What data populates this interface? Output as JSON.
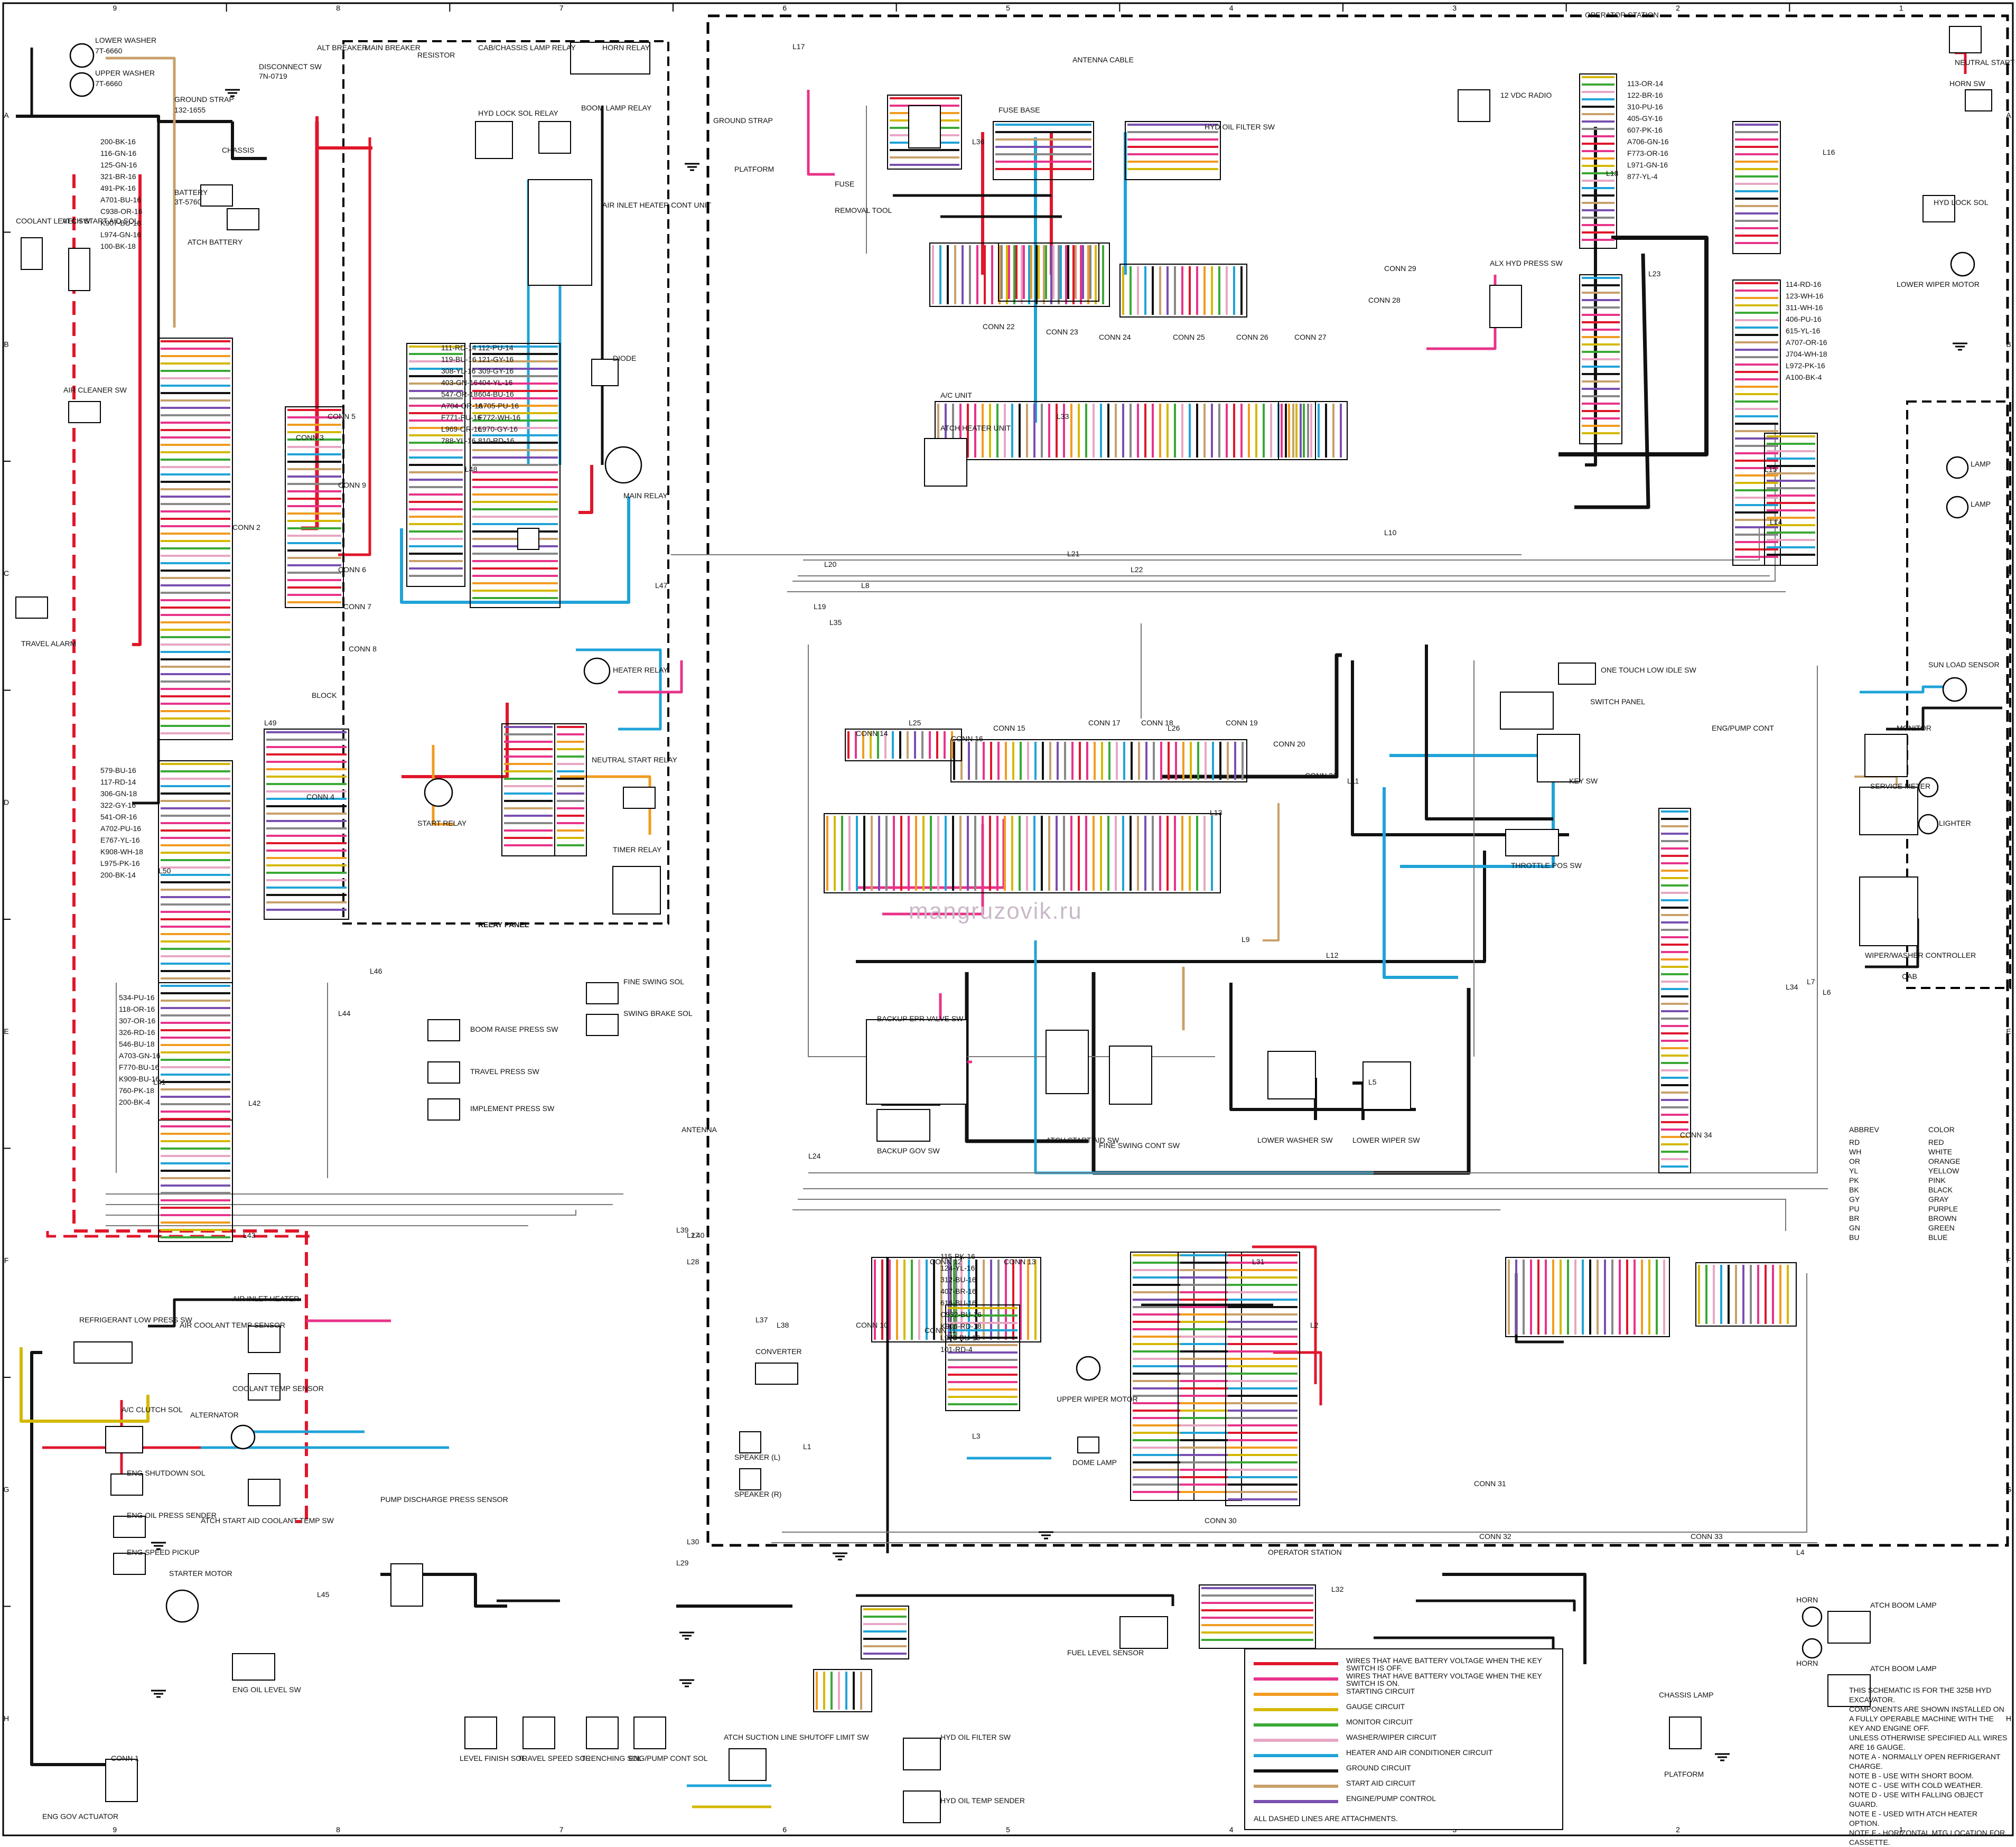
{
  "frame": {
    "col_numbers": [
      "9",
      "8",
      "7",
      "6",
      "5",
      "4",
      "3",
      "2",
      "1"
    ],
    "row_letters": [
      "A",
      "B",
      "C",
      "D",
      "E",
      "F",
      "G",
      "H"
    ]
  },
  "sections": {
    "operator_station_top": "OPERATOR STATION",
    "operator_station_bottom": "OPERATOR STATION",
    "relay_panel": "RELAY PANEL"
  },
  "components": {
    "lower_washer": "LOWER WASHER",
    "lower_washer_pn": "7T-6660",
    "upper_washer": "UPPER WASHER",
    "upper_washer_pn": "7T-6660",
    "ground_strap": "GROUND STRAP",
    "ground_strap_pn": "132-1655",
    "chassis": "CHASSIS",
    "disconnect_sw": "DISCONNECT SW",
    "disconnect_sw_pn": "7N-0719",
    "alt_breaker": "ALT BREAKER",
    "main_breaker": "MAIN BREAKER",
    "resistor": "RESISTOR",
    "cab_lamp_relay": "CAB/CHASSIS LAMP RELAY",
    "horn_relay": "HORN RELAY",
    "hyd_lock_sol_relay": "HYD LOCK SOL RELAY",
    "boom_lamp_relay": "BOOM LAMP RELAY",
    "battery": "BATTERY",
    "battery_pn": "3T-5760",
    "atch_battery": "ATCH BATTERY",
    "coolant_level_sw": "COOLANT LEVEL SW",
    "atch_start_aid_sol": "ATCH START AID SOL",
    "air_cleaner_sw": "AIR CLEANER SW",
    "travel_alarm": "TRAVEL ALARM",
    "air_inlet_heater_cont": "AIR INLET HEATER CONT UNIT",
    "diode": "DIODE",
    "main_relay": "MAIN RELAY",
    "heater_relay": "HEATER RELAY",
    "block": "BLOCK",
    "start_relay": "START RELAY",
    "neutral_start_relay": "NEUTRAL START RELAY",
    "timer_relay": "TIMER RELAY",
    "relay_panel_label": "RELAY PANEL",
    "antenna_cable": "ANTENNA CABLE",
    "fuse_base": "FUSE BASE",
    "fuse": "FUSE",
    "removal_tool": "REMOVAL TOOL",
    "ground_strap_2": "GROUND STRAP",
    "platform": "PLATFORM",
    "radio_12vdc": "12 VDC RADIO",
    "hyd_oil_filter_sw": "HYD OIL FILTER SW",
    "ac_unit": "A/C UNIT",
    "atch_heater_unit": "ATCH HEATER UNIT",
    "alx_hyd_press_sw": "ALX HYD PRESS SW",
    "neutral_start_limit_sw": "NEUTRAL START LIMIT SW",
    "horn_sw": "HORN SW",
    "hyd_lock_sol": "HYD LOCK SOL",
    "lower_wiper_motor": "LOWER WIPER MOTOR",
    "lamp_1": "LAMP",
    "lamp_2": "LAMP",
    "one_touch_low_idle_sw": "ONE TOUCH LOW IDLE SW",
    "switch_panel": "SWITCH PANEL",
    "key_sw": "KEY SW",
    "throttle_pos_sw": "THROTTLE POS SW",
    "sun_load_sensor": "SUN LOAD SENSOR",
    "monitor": "MONITOR",
    "service_meter": "SERVICE METER",
    "lighter": "LIGHTER",
    "wiper_washer_controller": "WIPER/WASHER CONTROLLER",
    "cab": "CAB",
    "eng_pump_cont": "ENG/PUMP CONT",
    "fine_swing_sol": "FINE SWING SOL",
    "swing_brake_sol": "SWING BRAKE SOL",
    "boom_raise_press_sw": "BOOM RAISE PRESS SW",
    "travel_press_sw": "TRAVEL PRESS SW",
    "implement_press_sw": "IMPLEMENT PRESS SW",
    "backup_epr_valve_sw": "BACKUP EPR VALVE SW",
    "backup_gov_sw": "BACKUP GOV SW",
    "atch_start_aid_sw": "ATCH START AID SW",
    "fine_swing_cont_sw": "FINE SWING CONT SW",
    "lower_washer_sw": "LOWER WASHER SW",
    "lower_wiper_sw": "LOWER WIPER SW",
    "antenna": "ANTENNA",
    "converter": "CONVERTER",
    "speaker_l": "SPEAKER (L)",
    "speaker_r": "SPEAKER (R)",
    "upper_wiper_motor": "UPPER WIPER MOTOR",
    "dome_lamp": "DOME LAMP",
    "refrigerant_low_press_sw": "REFRIGERANT LOW PRESS SW",
    "ac_clutch_sol": "A/C CLUTCH SOL",
    "eng_shutdown_sol": "ENG SHUTDOWN SOL",
    "eng_oil_press_sender": "ENG OIL PRESS SENDER",
    "eng_speed_pickup": "ENG SPEED PICKUP",
    "air_inlet_heater": "AIR INLET HEATER",
    "air_coolant_temp_sensor": "AIR COOLANT TEMP SENSOR",
    "coolant_temp_sensor": "COOLANT TEMP SENSOR",
    "alternator": "ALTERNATOR",
    "atch_start_aid_coolant_temp_sw": "ATCH START AID COOLANT TEMP SW",
    "starter_motor": "STARTER MOTOR",
    "eng_oil_level_sw": "ENG OIL LEVEL SW",
    "pump_discharge_press_sensor": "PUMP DISCHARGE PRESS SENSOR",
    "fuel_level_sensor": "FUEL LEVEL SENSOR",
    "level_finish_sol": "LEVEL FINISH SOL",
    "travel_speed_sol": "TRAVEL SPEED SOL",
    "trenching_sol": "TRENCHING SOL",
    "eng_pump_cont_sol": "ENG/PUMP CONT SOL",
    "atch_suction_line_shutoff": "ATCH SUCTION LINE SHUTOFF LIMIT SW",
    "hyd_oil_filter_sw_2": "HYD OIL FILTER SW",
    "hyd_oil_temp_sender": "HYD OIL TEMP SENDER",
    "eng_gov_actuator": "ENG GOV ACTUATOR",
    "horn_1": "HORN",
    "horn_2": "HORN",
    "atch_boom_lamp_1": "ATCH BOOM LAMP",
    "atch_boom_lamp_2": "ATCH BOOM LAMP",
    "chassis_lamp": "CHASSIS LAMP",
    "platform_2": "PLATFORM"
  },
  "connectors": [
    "CONN 1",
    "CONN 2",
    "CONN 3",
    "CONN 4",
    "CONN 5",
    "CONN 6",
    "CONN 7",
    "CONN 8",
    "CONN 9",
    "CONN 10",
    "CONN 11",
    "CONN 12",
    "CONN 13",
    "CONN 14",
    "CONN 15",
    "CONN 16",
    "CONN 17",
    "CONN 18",
    "CONN 19",
    "CONN 20",
    "CONN 21",
    "CONN 22",
    "CONN 23",
    "CONN 24",
    "CONN 25",
    "CONN 26",
    "CONN 27",
    "CONN 28",
    "CONN 29",
    "CONN 30",
    "CONN 31",
    "CONN 32",
    "CONN 33",
    "CONN 34"
  ],
  "legend": {
    "items": [
      {
        "color": "#e0162b",
        "text": "WIRES THAT HAVE BATTERY VOLTAGE WHEN THE KEY SWITCH IS OFF."
      },
      {
        "color": "#e8338a",
        "text": "WIRES THAT HAVE BATTERY VOLTAGE WHEN THE KEY SWITCH IS ON."
      },
      {
        "color": "#f29b1f",
        "text": "STARTING CIRCUIT"
      },
      {
        "color": "#d4b800",
        "text": "GAUGE CIRCUIT"
      },
      {
        "color": "#3aa935",
        "text": "MONITOR CIRCUIT"
      },
      {
        "color": "#e8a6c4",
        "text": "WASHER/WIPER CIRCUIT"
      },
      {
        "color": "#1fa3d8",
        "text": "HEATER AND AIR CONDITIONER CIRCUIT"
      },
      {
        "color": "#111111",
        "text": "GROUND CIRCUIT"
      },
      {
        "color": "#c8a06a",
        "text": "START AID CIRCUIT"
      },
      {
        "color": "#7a4fb0",
        "text": "ENGINE/PUMP CONTROL"
      }
    ],
    "footer": "ALL DASHED LINES ARE ATTACHMENTS."
  },
  "abbrev": {
    "header_abbrev": "ABBREV",
    "header_color": "COLOR",
    "rows": [
      [
        "RD",
        "RED"
      ],
      [
        "WH",
        "WHITE"
      ],
      [
        "OR",
        "ORANGE"
      ],
      [
        "YL",
        "YELLOW"
      ],
      [
        "PK",
        "PINK"
      ],
      [
        "BK",
        "BLACK"
      ],
      [
        "GY",
        "GRAY"
      ],
      [
        "PU",
        "PURPLE"
      ],
      [
        "BR",
        "BROWN"
      ],
      [
        "GN",
        "GREEN"
      ],
      [
        "BU",
        "BLUE"
      ]
    ]
  },
  "notes": [
    "THIS SCHEMATIC IS FOR THE 325B HYD EXCAVATOR.",
    "COMPONENTS ARE SHOWN INSTALLED ON A FULLY OPERABLE MACHINE WITH THE KEY AND ENGINE OFF.",
    "UNLESS OTHERWISE SPECIFIED ALL WIRES ARE 16 GAUGE.",
    "NOTE A - NORMALLY OPEN REFRIGERANT CHARGE.",
    "NOTE B - USE WITH SHORT BOOM.",
    "NOTE C - USE WITH COLD WEATHER.",
    "NOTE D - USE WITH FALLING OBJECT GUARD.",
    "NOTE E - USED WITH ATCH HEATER OPTION.",
    "NOTE F - HORIZONTAL MTG LOCATION FOR CASSETTE."
  ],
  "wire_labels": [
    "200-BK-16",
    "579-BU-16",
    "534-PU-16",
    "111-RD-14",
    "112-PU-14",
    "113-OR-14",
    "114-RD-16",
    "115-PK-16",
    "116-GN-16",
    "117-RD-14",
    "118-OR-16",
    "119-BU-16",
    "121-GY-16",
    "122-BR-16",
    "123-WH-16",
    "124-YL-16",
    "125-GN-16",
    "306-GN-18",
    "307-OR-16",
    "308-YL-16",
    "309-GY-16",
    "310-PU-16",
    "311-WH-16",
    "312-BU-16",
    "321-BR-16",
    "322-GY-16",
    "326-RD-16",
    "403-GN-16",
    "404-YL-16",
    "405-GY-16",
    "406-PU-16",
    "407-BR-16",
    "491-PK-16",
    "541-OR-16",
    "546-BU-18",
    "547-OR-18",
    "604-BU-16",
    "607-PK-16",
    "615-YL-16",
    "616-BU-16",
    "A701-BU-16",
    "A702-PU-16",
    "A703-GN-16",
    "A704-OR-16",
    "A705-PU-16",
    "A706-GN-16",
    "A707-OR-16",
    "C932-BU-16",
    "C938-OR-16",
    "E767-YL-16",
    "F770-BU-16",
    "F771-PU-16",
    "F772-WH-16",
    "F773-OR-16",
    "J704-WH-18",
    "K906-RD-18",
    "K907-BU-18",
    "K908-WH-18",
    "K909-BU-16",
    "L969-OR-16",
    "L970-GY-16",
    "L971-GN-16",
    "L972-PK-16",
    "L973-BU-16",
    "L974-GN-16",
    "L975-PK-16",
    "760-PK-18",
    "788-YL-16",
    "810-RD-16",
    "877-YL-4",
    "A100-BK-4",
    "101-RD-4",
    "100-BK-18",
    "200-BK-14",
    "200-BK-4"
  ],
  "circuits": [
    "L1",
    "L2",
    "L3",
    "L4",
    "L5",
    "L6",
    "L7",
    "L8",
    "L9",
    "L10",
    "L11",
    "L12",
    "L13",
    "L14",
    "L15",
    "L16",
    "L17",
    "L18",
    "L19",
    "L20",
    "L21",
    "L22",
    "L23",
    "L24",
    "L25",
    "L26",
    "L27",
    "L28",
    "L29",
    "L30",
    "L31",
    "L32",
    "L33",
    "L34",
    "L35",
    "L36",
    "L37",
    "L38",
    "L39",
    "L40",
    "L41",
    "L42",
    "L43",
    "L44",
    "L45",
    "L46",
    "L47",
    "L48",
    "L49",
    "L50"
  ],
  "watermark": "mangruzovik.ru"
}
